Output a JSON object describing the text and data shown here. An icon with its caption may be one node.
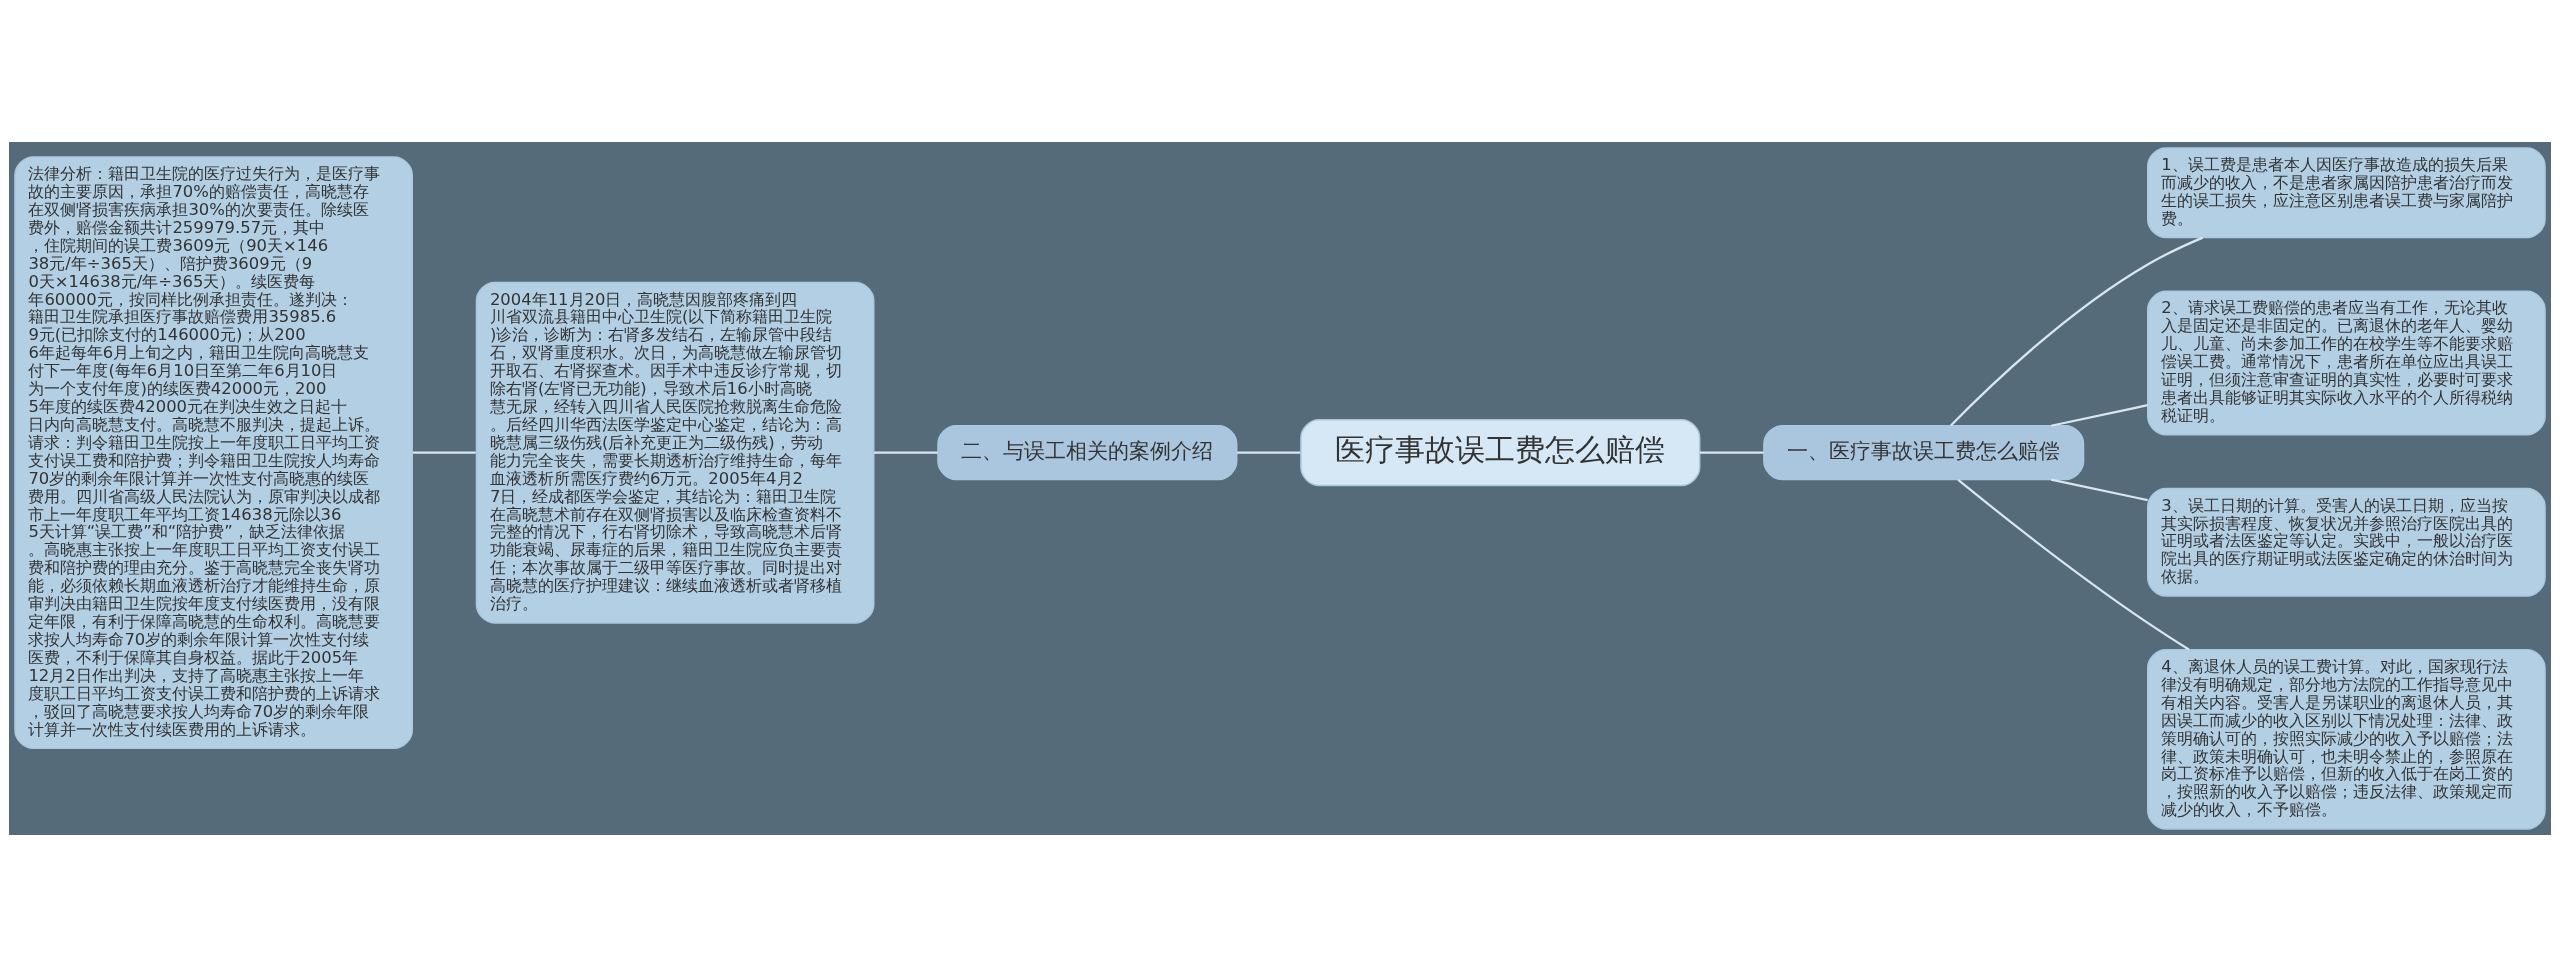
{
  "diagram": {
    "nodes": [
      {
        "text": [
          "医疗事故误工费怎么赔偿"
        ]
      },
      {
        "text": [
          "一、医疗事故误工费怎么赔偿"
        ]
      },
      {
        "text": [
          "1、误工费是患者本人因医疗事故造成的损失后果而减少的收入，不是患者家属因陪护患者治疗而发生的误工损失，应注意区别患者误工费与家属陪护费。"
        ]
      },
      {
        "text": [
          "2、请求误工费赔偿的患者应当有工作，无论其收入是固定还是非固定的。已离退休的老年人、婴幼儿、儿童、尚未参加工作的在校学生等不能要求赔偿误工费。通常情况下，患者所在单位应出具误工证明，但须注意审查证明的真实性，必要时可要求患者出具能够证明其实际收入水平的个人所得税纳税证明。"
        ]
      },
      {
        "text": [
          "3、误工日期的计算。受害人的误工日期，应当按其实际损害程度、恢复状况并参照治疗医院出具的证明或者法医鉴定等认定。实践中，一般以治疗医院出具的医疗期证明或法医鉴定确定的休治时间为依据。"
        ]
      },
      {
        "text": [
          "4、离退休人员的误工费计算。对此，国家现行法律没有明确规定，部分地方法院的工作指导意见中有相关内容。受害人是另谋职业的离退休人员，其因误工而减少的收入区别以下情况处理：法律、政策明确认可的，按照实际减少的收入予以赔偿；法律、政策未明确认可，也未明令禁止的，参照原在岗工资标准予以赔偿，但新的收入低于在岗工资的，按照新的收入予以赔偿；违反法律、政策规定而减少的收入，不予赔偿。"
        ]
      },
      {
        "text": [
          "二、与误工相关的案例介绍"
        ]
      },
      {
        "text": [
          "2004年11月20日，高晓慧因腹部疼痛到四川省双流县籍田中心卫生院(以下简称籍田卫生院)诊治，诊断为：右肾多发结石，左输尿管中段结石，双肾重度积水。次日，为高晓慧做左输尿管切开取石、右肾探查术。因手术中违反诊疗常规，切除右肾(左肾已无功能)，导致术后16小时高晓慧无尿，经转入四川省人民医院抢救脱离生命危险。后经四川华西法医学鉴定中心鉴定，结论为：高晓慧属三级伤残(后补充更正为二级伤残)，劳动能力完全丧失，需要长期透析治疗维持生命，每年血液透析所需医疗费约6万元。2005年4月27日，经成都医学会鉴定，其结论为：籍田卫生院在高晓慧术前存在双侧肾损害以及临床检查资料不完整的情况下，行右肾切除术，导致高晓慧术后肾功能衰竭、尿毒症的后果，籍田卫生院应负主要责任；本次事故属于二级甲等医疗事故。同时提出对高晓慧的医疗护理建议：继续血液透析或者肾移植治疗。"
        ]
      },
      {
        "text": [
          "法律分析：籍田卫生院的医疗过失行为，是医疗事故的主要原因，承担70%的赔偿责任，高晓慧存在双侧肾损害疾病承担30%的次要责任。除续医费外，赔偿金额共计259979.57元，其中，住院期间的误工费3609元（90天×14638元/年÷365天）、陪护费3609元（90天×14638元/年÷365天）。续医费每年60000元，按同样比例承担责任。遂判决：籍田卫生院承担医疗事故赔偿费用35985.69元(已扣除支付的146000元)；从2006年起每年6月上旬之内，籍田卫生院向高晓慧支付下一年度(每年6月10日至第二年6月10日为一个支付年度)的续医费42000元，2005年度的续医费42000元在判决生效之日起十日内向高晓慧支付。高晓慧不服判决，提起上诉。请求：判令籍田卫生院按上一年度职工日平均工资支付误工费和陪护费；判令籍田卫生院按人均寿命70岁的剩余年限计算并一次性支付高晓惠的续医费用。四川省高级人民法院认为，原审判决以成都市上一年度职工年平均工资14638元除以365天计算“误工费”和“陪护费”，缺乏法律依据。高晓惠主张按上一年度职工日平均工资支付误工费和陪护费的理由充分。鉴于高晓慧完全丧失肾功能，必须依赖长期血液透析治疗才能维持生命，原审判决由籍田卫生院按年度支付续医费用，没有限定年限，有利于保障高晓慧的生命权利。高晓慧要求按人均寿命70岁的剩余年限计算一次性支付续医费，不利于保障其自身权益。据此于2005年12月2日作出判决，支持了高晓惠主张按上一年度职工日平均工资支付误工费和陪护费的上诉请求，驳回了高晓慧要求按人均寿命70岁的剩余年限计算并一次性支付续医费用的上诉请求。"
        ]
      }
    ],
    "edges": [
      {
        "from": 0,
        "to": 1,
        "arrow": "none"
      },
      {
        "from": 1,
        "to": 2,
        "arrow": "none"
      },
      {
        "from": 1,
        "to": 3,
        "arrow": "none"
      },
      {
        "from": 1,
        "to": 4,
        "arrow": "none"
      },
      {
        "from": 1,
        "to": 5,
        "arrow": "none"
      },
      {
        "from": 0,
        "to": 6,
        "arrow": "none"
      },
      {
        "from": 6,
        "to": 7,
        "arrow": "none"
      },
      {
        "from": 7,
        "to": 8,
        "arrow": "none"
      }
    ]
  }
}
